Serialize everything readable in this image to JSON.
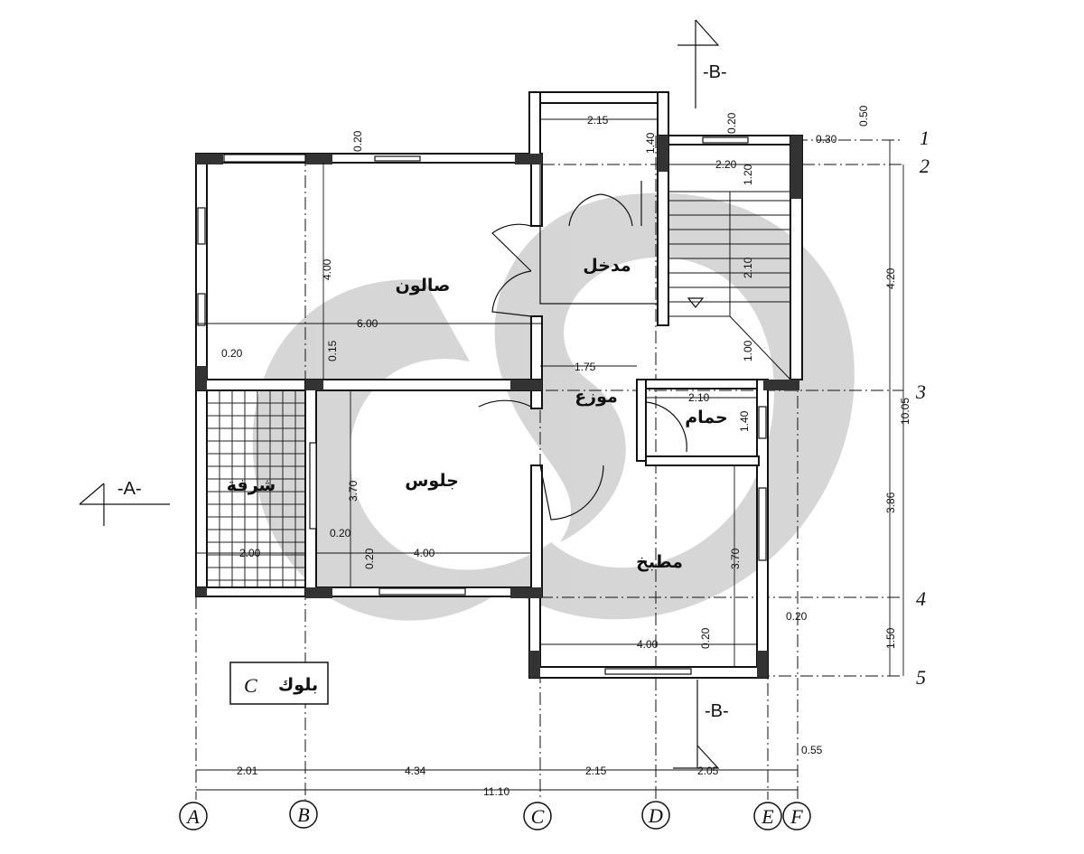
{
  "rooms": {
    "salon": "صالون",
    "entrance": "مدخل",
    "distributor": "موزع",
    "bath": "حمام",
    "sitting": "جلوس",
    "terrace": "شرفة",
    "kitchen": "مطبخ"
  },
  "block_label": {
    "arabic": "بلوك",
    "letter": "C"
  },
  "axes": {
    "columns": [
      "A",
      "B",
      "C",
      "D",
      "E",
      "F"
    ],
    "rows": [
      "1",
      "2",
      "3",
      "4",
      "5"
    ]
  },
  "sections": {
    "b_top": "-B-",
    "b_bottom": "-B-",
    "a_left": "-A-"
  },
  "dimensions": {
    "bottom_ab": "2.01",
    "bottom_bc": "4.34",
    "bottom_cd": "2.15",
    "bottom_de": "2.05",
    "bottom_ef": "0.55",
    "bottom_total": "11.10",
    "right_12": "4.20",
    "right_34": "3.86",
    "right_45": "1.50",
    "right_total": "10.05",
    "right_top_050": "0.50",
    "right_top_030": "0.30",
    "entrance_width": "2.15",
    "entrance_140": "1.40",
    "stair_020": "0.20",
    "stair_220": "2.20",
    "stair_120": "1.20",
    "stair_210": "2.10",
    "stair_100": "1.00",
    "salon_top_020": "0.20",
    "salon_height": "4.00",
    "salon_width": "6.00",
    "salon_left_020": "0.20",
    "salon_015": "0.15",
    "hall_175": "1.75",
    "bath_width": "2.10",
    "bath_140": "1.40",
    "sitting_height": "3.70",
    "sitting_020a": "0.20",
    "sitting_020b": "0.20",
    "sitting_width": "4.00",
    "terrace_width": "2.00",
    "kitchen_height": "3.70",
    "kitchen_width": "4.00",
    "kitchen_020": "0.20",
    "kitchen_right_020": "0.20"
  }
}
